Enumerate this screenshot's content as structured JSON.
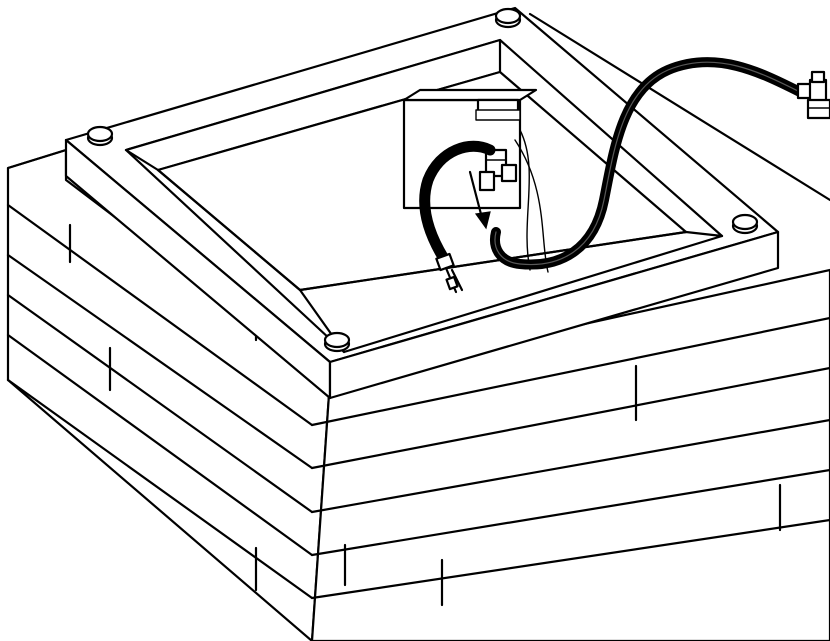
{
  "colors": {
    "background": "#ffffff",
    "line": "#000000",
    "hose": "#000000"
  },
  "icons": {
    "flow_arrow": "arrow-down-icon",
    "regulator": "gas-regulator-icon"
  },
  "parts": {
    "enclosure": "wooden-plank-enclosure",
    "top_frame": "square-top-frame",
    "corner_caps": 4,
    "planks_visible_rows": 5,
    "control_box": "ignition-control-box",
    "valve": "gas-valve",
    "hose": "gas-supply-hose",
    "regulator": "propane-regulator"
  }
}
